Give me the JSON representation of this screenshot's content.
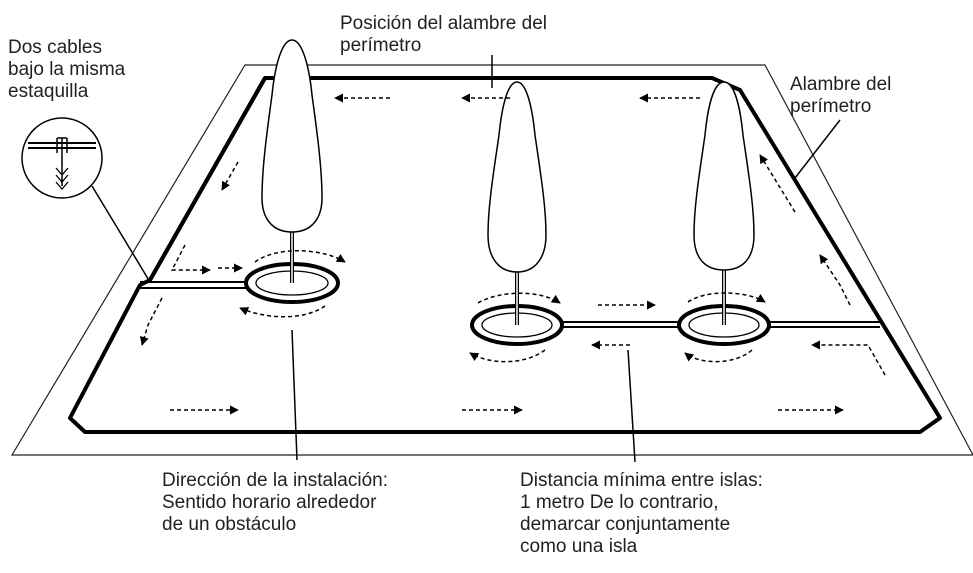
{
  "labels": {
    "two_cables": [
      "Dos cables",
      "bajo la misma",
      "estaquilla"
    ],
    "wire_position": [
      "Posición del alambre del",
      "perímetro"
    ],
    "perimeter_wire": [
      "Alambre del",
      "perímetro"
    ],
    "install_direction": [
      "Dirección de la instalación:",
      "Sentido horario alrededor",
      "de un obstáculo"
    ],
    "min_distance": [
      "Distancia mínima entre islas:",
      "1 metro De lo contrario,",
      "demarcar conjuntamente",
      "como una isla"
    ]
  },
  "colors": {
    "ink": "#000000",
    "text": "#222222",
    "background": "#ffffff"
  }
}
